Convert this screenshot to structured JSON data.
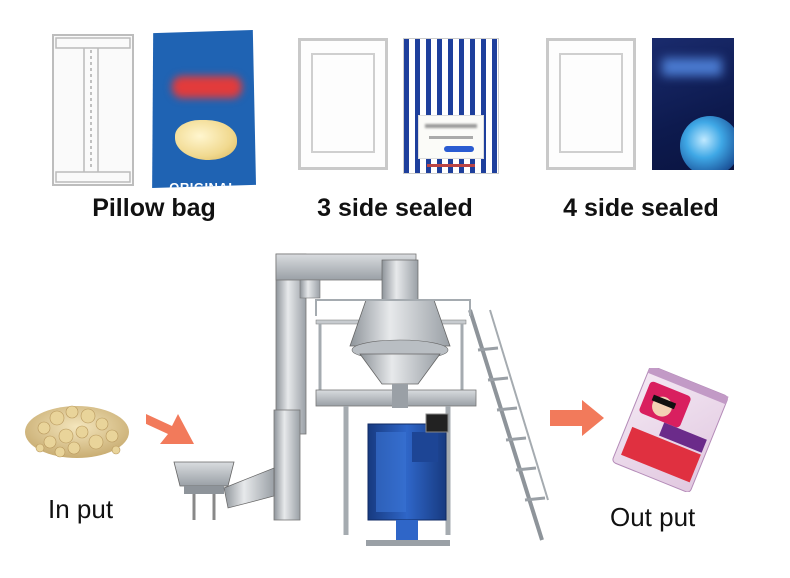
{
  "bag_types": [
    {
      "label": "Pillow bag"
    },
    {
      "label": "3 side sealed"
    },
    {
      "label": "4 side sealed"
    }
  ],
  "pillow_sample": {
    "text": "ORIGINAL"
  },
  "flow": {
    "input_label": "In put",
    "output_label": "Out put"
  },
  "colors": {
    "arrow": "#f27a5b",
    "bag_blue": "#1f63b3",
    "machine_blue": "#2f63c4"
  }
}
